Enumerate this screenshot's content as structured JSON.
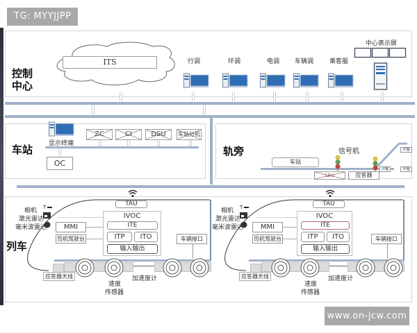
{
  "watermarks": {
    "top_left": "TG: MYYJJPP",
    "bottom_right": "www.on-jcw.com"
  },
  "control_center": {
    "label_line1": "控制",
    "label_line2": "中心",
    "its": "ITS",
    "workstations": [
      {
        "label": "行调",
        "icon": "workstation-icon"
      },
      {
        "label": "环调",
        "icon": "workstation-icon"
      },
      {
        "label": "电调",
        "icon": "workstation-icon"
      },
      {
        "label": "车辆调",
        "icon": "workstation-icon"
      },
      {
        "label": "乘客服",
        "icon": "workstation-icon"
      }
    ],
    "display_screen": {
      "label": "中心表示屏",
      "icon": "display-wall-icon"
    }
  },
  "station": {
    "label": "车站",
    "terminal": {
      "label": "显示终端",
      "icon": "workstation-icon"
    },
    "removed_devices": [
      "ZC",
      "CI",
      "DSU",
      "车站分机"
    ],
    "oc": "OC"
  },
  "trackside": {
    "label": "轨旁",
    "platform": "车站",
    "signal_label": "信号机",
    "axle_counters": [
      "计轴",
      "计轴",
      "计轴"
    ],
    "removed_device": "LEU",
    "balise": "应答器"
  },
  "trains": [
    {
      "section_label": "列车",
      "sensors": [
        "相机",
        "激光雷达",
        "毫米波雷达"
      ],
      "tau": "TAU",
      "ivoc": "IVOC",
      "ite": "ITE",
      "itp": "ITP",
      "ito": "ITO",
      "io": "输入输出",
      "mmi": "MMI",
      "console": "司机驾驶台",
      "vehicle_interface": "车辆接口",
      "balise_antenna": "应答器天线",
      "speed_sensor_line1": "速度",
      "speed_sensor_line2": "传感器",
      "accelerometer": "加速度计"
    },
    {
      "section_label": "",
      "sensors": [
        "相机",
        "激光雷达",
        "毫米波雷达"
      ],
      "tau": "TAU",
      "ivoc": "IVOC",
      "ite": "ITE",
      "itp": "ITP",
      "ito": "ITO",
      "io": "输入输出",
      "mmi": "MMI",
      "console": "司机驾驶台",
      "vehicle_interface": "车辆接口",
      "balise_antenna": "应答器天线",
      "speed_sensor_line1": "速度",
      "speed_sensor_line2": "传感器",
      "accelerometer": "加速度计"
    }
  ],
  "colors": {
    "bus": "#9fb1c8",
    "monitor": "#2f6db5",
    "signal_yellow": "#d9c24a",
    "signal_green": "#5b9a5b",
    "signal_red": "#c0453d",
    "removed_cross": "#a05060"
  }
}
